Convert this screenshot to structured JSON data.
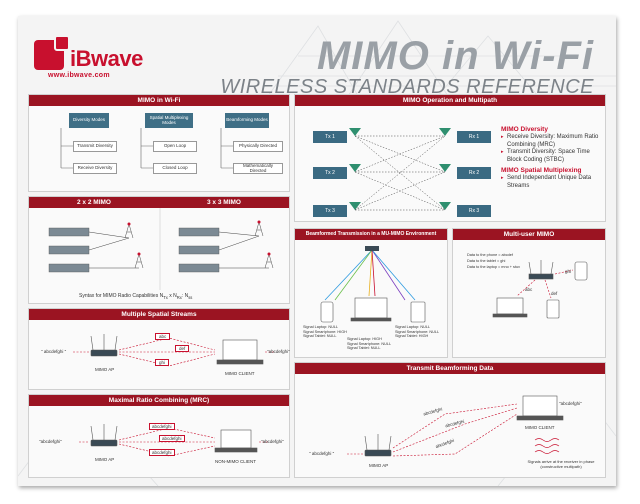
{
  "brand": {
    "name": "iBwave",
    "url": "www.ibwave.com"
  },
  "title": {
    "main": "MIMO in Wi-Fi",
    "sub": "WIRELESS STANDARDS REFERENCE"
  },
  "colors": {
    "accent": "#c8102e",
    "panel_header": "#9b1422",
    "box_header": "#3f6f86"
  },
  "mimo_wifi": {
    "title": "MIMO in Wi-Fi",
    "columns": [
      {
        "header": "Diversity Modes",
        "items": [
          "Transmit Diversity",
          "Receive Diversity"
        ]
      },
      {
        "header": "Spatial Multiplexing Modes",
        "items": [
          "Open Loop",
          "Closed Loop"
        ]
      },
      {
        "header": "Beamforming Modes",
        "items": [
          "Physically Directed",
          "Mathematically Directed"
        ]
      }
    ]
  },
  "mimo_configs": {
    "left_title": "2 x 2 MIMO",
    "right_title": "3 x 3 MIMO",
    "syntax": "Syntax for MIMO Radio Capabilities N",
    "syntax_tx": "Tx",
    "syntax_mid": " x N",
    "syntax_rx": "Rx",
    "syntax_end": ": N",
    "syntax_ss": "ss"
  },
  "operation": {
    "title": "MIMO Operation and Multipath",
    "tx": [
      "Tx 1",
      "Tx 2",
      "Tx 3"
    ],
    "rx": [
      "Rx 1",
      "Rx 2",
      "Rx 3"
    ],
    "diversity_heading": "MIMO Diversity",
    "diversity_items": [
      "Receive Diversity: Maximum Ratio Combining (MRC)",
      "Transmit Diversity: Space Time Block Coding (STBC)"
    ],
    "multiplexing_heading": "MIMO Spatial Multiplexing",
    "multiplexing_items": [
      "Send Independant Unique Data Streams"
    ]
  },
  "beamformed": {
    "title": "Beamformed Transmission in a MU-MIMO Environment",
    "signals": [
      "Signal Laptop: NULL",
      "Signal Smartphone: HIGH",
      "Signal Tablet: NULL",
      "Signal Laptop: NULL",
      "Signal Smartphone: NULL",
      "Signal Tablet: HIGH",
      "Signal Laptop: HIGH",
      "Signal Smartphone: NULL",
      "Signal Tablet: NULL"
    ]
  },
  "multiuser": {
    "title": "Multi-user MIMO",
    "rows": [
      "Data to the phone = abcdef",
      "Data to the tablet = ghi",
      "Data to the laptop = mno + stuv"
    ],
    "tags": [
      "abc",
      "ghi",
      "def"
    ]
  },
  "spatial_streams": {
    "title": "Multiple Spatial Streams",
    "input": "\" abcdefghi \"",
    "streams": [
      "abc",
      "def",
      "ghi"
    ],
    "ap_label": "MIMO AP",
    "client_label": "MIMO CLIENT",
    "output": "\"abcdefghi\""
  },
  "mrc": {
    "title": "Maximal Ratio Combining (MRC)",
    "input": "\"abcdefghi\"",
    "streams": [
      "abcdefghi",
      "abcdefghi",
      "abcdefghi"
    ],
    "ap_label": "MIMO AP",
    "client_label": "NON-MIMO CLIENT",
    "output": "\"abcdefghi\""
  },
  "tx_beamforming": {
    "title": "Transmit Beamforming Data",
    "input": "\" abcdefghi \"",
    "streams": [
      "abcdefghi",
      "abcdefghi",
      "abcdefghi"
    ],
    "ap_label": "MIMO AP",
    "client_label": "MIMO CLIENT",
    "output": "\"abcdefghi\"",
    "note": "Signals arrive at the receiver in phase (constructive multipath)"
  }
}
